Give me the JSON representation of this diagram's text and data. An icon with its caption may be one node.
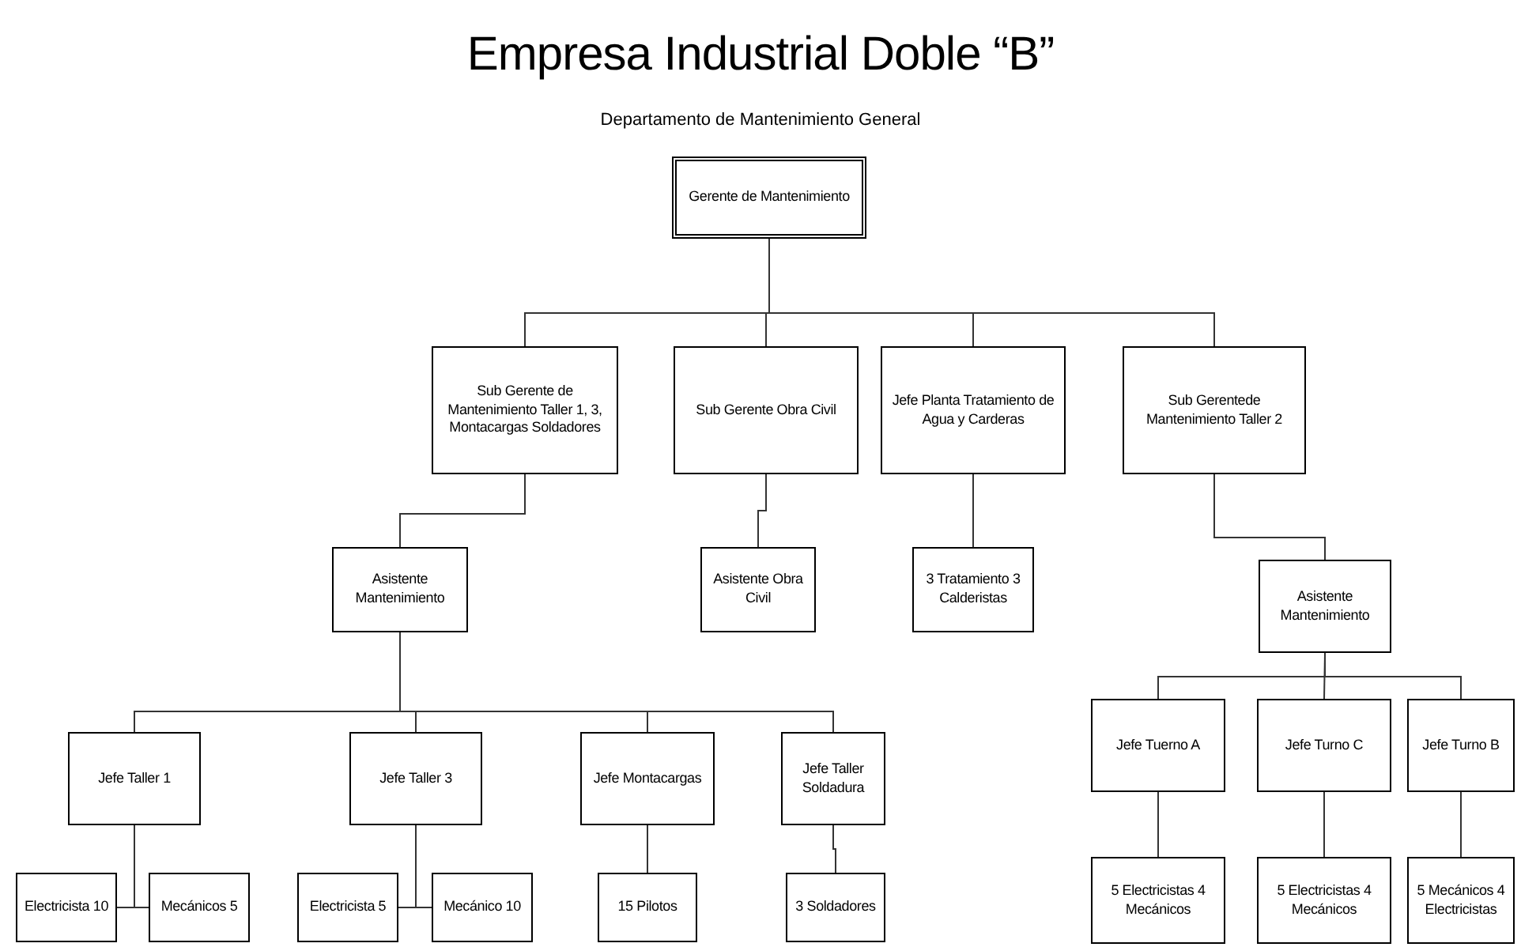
{
  "diagram": {
    "title": "Empresa Industrial Doble “B”",
    "caption": "Departamento de Mantenimiento General",
    "nodes": [
      {
        "text": [
          "Gerente de Mantenimiento"
        ]
      },
      {
        "text": [
          "Sub Gerente de Mantenimiento Taller 1, 3, Montacargas Soldadores"
        ]
      },
      {
        "text": [
          "Sub Gerente Obra Civil"
        ]
      },
      {
        "text": [
          "Jefe Planta Tratamiento de Agua y Carderas"
        ]
      },
      {
        "text": [
          "Sub Gerentede Mantenimiento Taller 2"
        ]
      },
      {
        "text": [
          "Asistente Mantenimiento"
        ]
      },
      {
        "text": [
          "Asistente Obra Civil"
        ]
      },
      {
        "text": [
          "3 Tratamiento 3 Calderistas"
        ]
      },
      {
        "text": [
          "Asistente Mantenimiento"
        ]
      },
      {
        "text": [
          "Jefe Taller 1"
        ]
      },
      {
        "text": [
          "Jefe Taller 3"
        ]
      },
      {
        "text": [
          "Jefe Montacargas"
        ]
      },
      {
        "text": [
          "Jefe Taller Soldadura"
        ]
      },
      {
        "text": [
          "Jefe Tuerno A"
        ]
      },
      {
        "text": [
          "Jefe Turno C"
        ]
      },
      {
        "text": [
          "Jefe Turno B"
        ]
      },
      {
        "text": [
          "Electricista 10"
        ]
      },
      {
        "text": [
          "Mecánicos 5"
        ]
      },
      {
        "text": [
          "Electricista 5"
        ]
      },
      {
        "text": [
          "Mecánico 10"
        ]
      },
      {
        "text": [
          "15 Pilotos"
        ]
      },
      {
        "text": [
          "3 Soldadores"
        ]
      },
      {
        "text": [
          "5 Electricistas 4 Mecánicos"
        ]
      },
      {
        "text": [
          "5 Electricistas 4 Mecánicos"
        ]
      },
      {
        "text": [
          "5 Mecánicos 4 Electricistas"
        ]
      }
    ],
    "edges": [
      {
        "from": 0,
        "to": 1,
        "arrow": "none"
      },
      {
        "from": 0,
        "to": 2,
        "arrow": "none"
      },
      {
        "from": 0,
        "to": 3,
        "arrow": "none"
      },
      {
        "from": 0,
        "to": 4,
        "arrow": "none"
      },
      {
        "from": 1,
        "to": 5,
        "arrow": "none"
      },
      {
        "from": 2,
        "to": 6,
        "arrow": "none"
      },
      {
        "from": 3,
        "to": 7,
        "arrow": "none"
      },
      {
        "from": 4,
        "to": 8,
        "arrow": "none"
      },
      {
        "from": 5,
        "to": 9,
        "arrow": "none"
      },
      {
        "from": 5,
        "to": 10,
        "arrow": "none"
      },
      {
        "from": 5,
        "to": 11,
        "arrow": "none"
      },
      {
        "from": 5,
        "to": 12,
        "arrow": "none"
      },
      {
        "from": 8,
        "to": 13,
        "arrow": "none"
      },
      {
        "from": 8,
        "to": 14,
        "arrow": "none"
      },
      {
        "from": 8,
        "to": 15,
        "arrow": "none"
      },
      {
        "from": 9,
        "to": 16,
        "arrow": "none"
      },
      {
        "from": 9,
        "to": 17,
        "arrow": "none"
      },
      {
        "from": 10,
        "to": 18,
        "arrow": "none"
      },
      {
        "from": 10,
        "to": 19,
        "arrow": "none"
      },
      {
        "from": 11,
        "to": 20,
        "arrow": "none"
      },
      {
        "from": 12,
        "to": 21,
        "arrow": "none"
      },
      {
        "from": 13,
        "to": 22,
        "arrow": "none"
      },
      {
        "from": 14,
        "to": 23,
        "arrow": "none"
      },
      {
        "from": 15,
        "to": 24,
        "arrow": "none"
      }
    ]
  }
}
